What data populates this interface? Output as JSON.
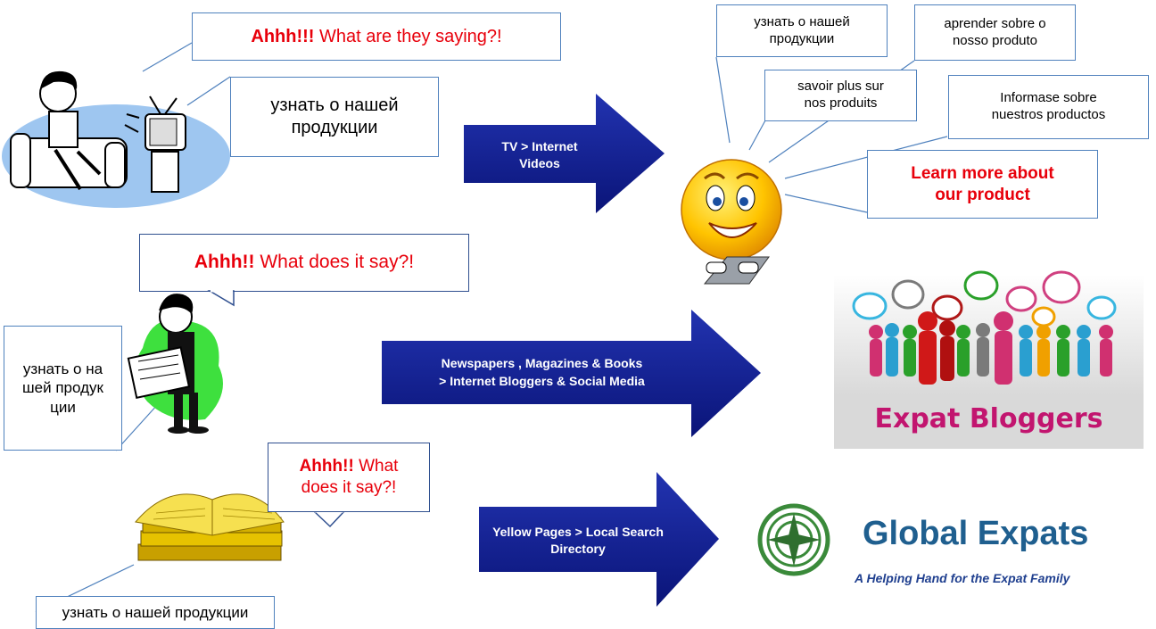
{
  "tv_scene": {
    "bubble_exclaim": "Ahhh!!!",
    "bubble_question": "What are they saying?!",
    "box_russian": "узнать о нашей продукции"
  },
  "arrows": {
    "tv_internet": "TV > Internet Videos",
    "newspapers_line1": "Newspapers , Magazines  & Books",
    "newspapers_line2": "> Internet Bloggers & Social Media",
    "yellow_pages": "Yellow Pages  >  Local Search Directory"
  },
  "languages": {
    "russian": "узнать о нашей продукции",
    "portuguese": "aprender sobre o nosso produto",
    "french": "savoir plus sur nos produits",
    "spanish": "Informase sobre nuestros productos",
    "english": "Learn more about our product"
  },
  "newspaper_scene": {
    "bubble_exclaim": "Ahhh!!",
    "bubble_question": "What does it say?!",
    "box_russian": "узнать о нашей продукции"
  },
  "book_scene": {
    "bubble_exclaim": "Ahhh!!",
    "bubble_question": "What does it say?!",
    "box_russian": "узнать о нашей продукции"
  },
  "bloggers": {
    "label": "Expat Bloggers",
    "label_color": "#c2156f"
  },
  "global_expats": {
    "title": "Global Expats",
    "tagline": "A Helping Hand for the Expat Family",
    "title_color": "#1f5f8f"
  },
  "colors": {
    "arrow": "#0d1a8c",
    "box_border": "#4f81bd",
    "accent_red": "#e8000b"
  }
}
